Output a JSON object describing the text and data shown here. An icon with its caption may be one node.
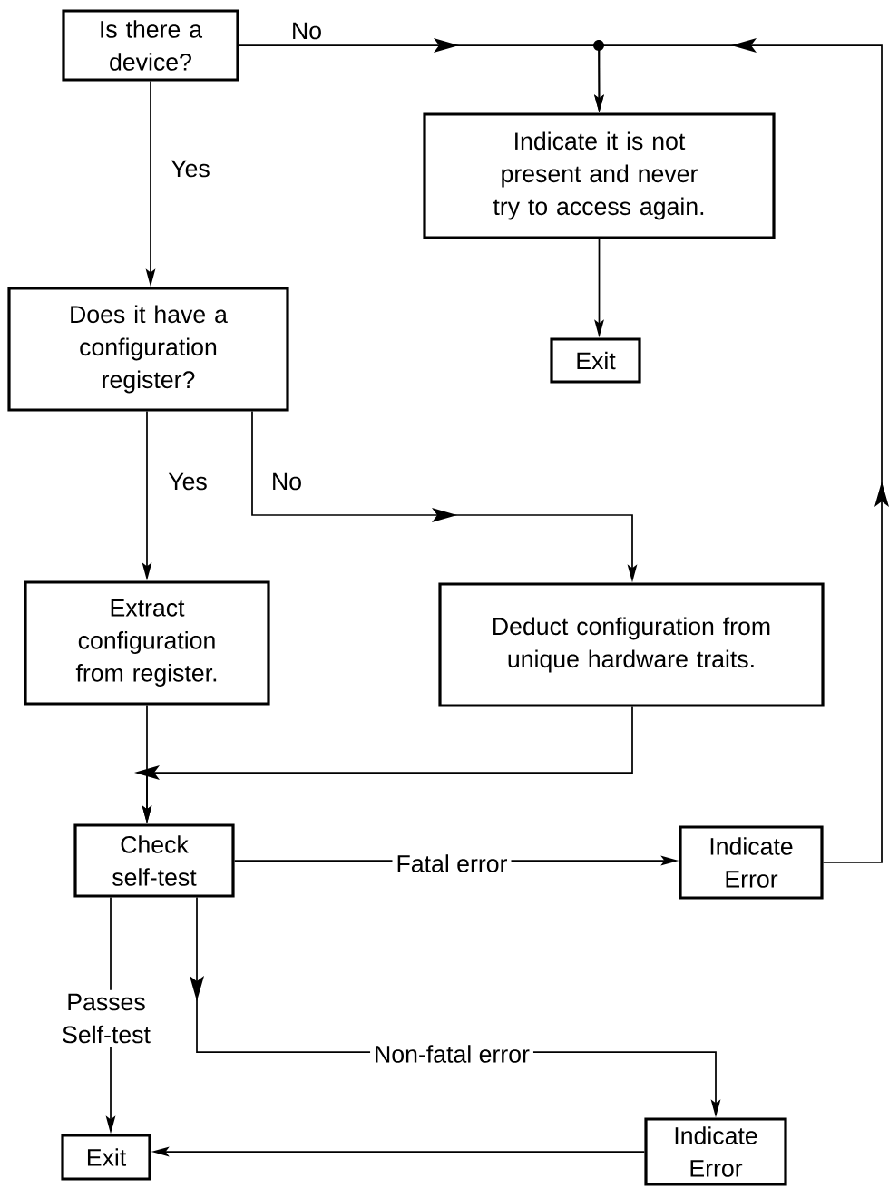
{
  "diagram": {
    "nodes": [
      {
        "text": [
          "Is there a device?"
        ]
      },
      {
        "text": [
          "Indicate it is not present and never try to access again."
        ]
      },
      {
        "text": [
          "Exit"
        ]
      },
      {
        "text": [
          "Does it have a configuration register?"
        ]
      },
      {
        "text": [
          "Extract configuration from register."
        ]
      },
      {
        "text": [
          "Deduct configuration from unique hardware traits."
        ]
      },
      {
        "text": [
          "Check self-test"
        ]
      },
      {
        "text": [
          "Indicate Error"
        ]
      },
      {
        "text": [
          "Indicate Error"
        ]
      },
      {
        "text": [
          "Exit"
        ]
      }
    ],
    "edges": [
      {
        "from": 0,
        "to": 1,
        "arrow": "to",
        "label": "No"
      },
      {
        "from": 0,
        "to": 3,
        "arrow": "to",
        "label": "Yes"
      },
      {
        "from": 1,
        "to": 2,
        "arrow": "to"
      },
      {
        "from": 3,
        "to": 4,
        "arrow": "to",
        "label": "Yes"
      },
      {
        "from": 3,
        "to": 5,
        "arrow": "to",
        "label": "No"
      },
      {
        "from": 4,
        "to": 6,
        "arrow": "to"
      },
      {
        "from": 5,
        "to": 6,
        "arrow": "to"
      },
      {
        "from": 6,
        "to": 7,
        "arrow": "to",
        "label": "Fatal error"
      },
      {
        "from": 6,
        "to": 8,
        "arrow": "to",
        "label": "Non-fatal error"
      },
      {
        "from": 6,
        "to": 9,
        "arrow": "to",
        "label": "Passes Self-test"
      },
      {
        "from": 8,
        "to": 9,
        "arrow": "to"
      },
      {
        "from": 7,
        "to": 1,
        "arrow": "to"
      }
    ]
  }
}
